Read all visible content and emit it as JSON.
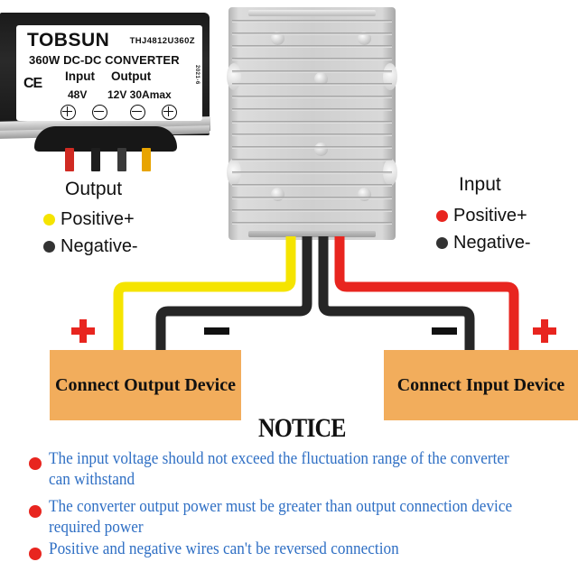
{
  "module_label": {
    "brand": "TOBSUN",
    "model": "THJ4812U360Z",
    "title": "360W DC-DC CONVERTER",
    "input_heading": "Input",
    "output_heading": "Output",
    "input_value": "48V",
    "output_value": "12V 30Amax",
    "ce_mark": "CE",
    "date_code": "2021-6",
    "terminals": [
      "plus",
      "minus",
      "minus",
      "plus"
    ]
  },
  "legends": {
    "output": {
      "title": "Output",
      "positive": "Positive+",
      "negative": "Negative-",
      "positive_color": "#f5e400",
      "negative_color": "#333333"
    },
    "input": {
      "title": "Input",
      "positive": "Positive+",
      "negative": "Negative-",
      "positive_color": "#e8251f",
      "negative_color": "#333333"
    }
  },
  "devices": {
    "output_box": "Connect Output Device",
    "input_box": "Connect Input Device",
    "box_color": "#f2ad5c"
  },
  "polarity": {
    "output_plus": "+",
    "output_minus": "−",
    "input_minus": "−",
    "input_plus": "+"
  },
  "notice": {
    "heading": "NOTICE",
    "bullet_color": "#e8251f",
    "text_color": "#2f6fc4",
    "items": [
      "The input voltage  should not exceed the fluctuation range of the converter\ncan withstand",
      "The converter output power must be  greater than output connection device\nrequired power",
      "Positive and negative wires can't be  reversed connection"
    ]
  },
  "wire_colors": {
    "yellow": "#f5e400",
    "black": "#262626",
    "red": "#e8251f"
  }
}
